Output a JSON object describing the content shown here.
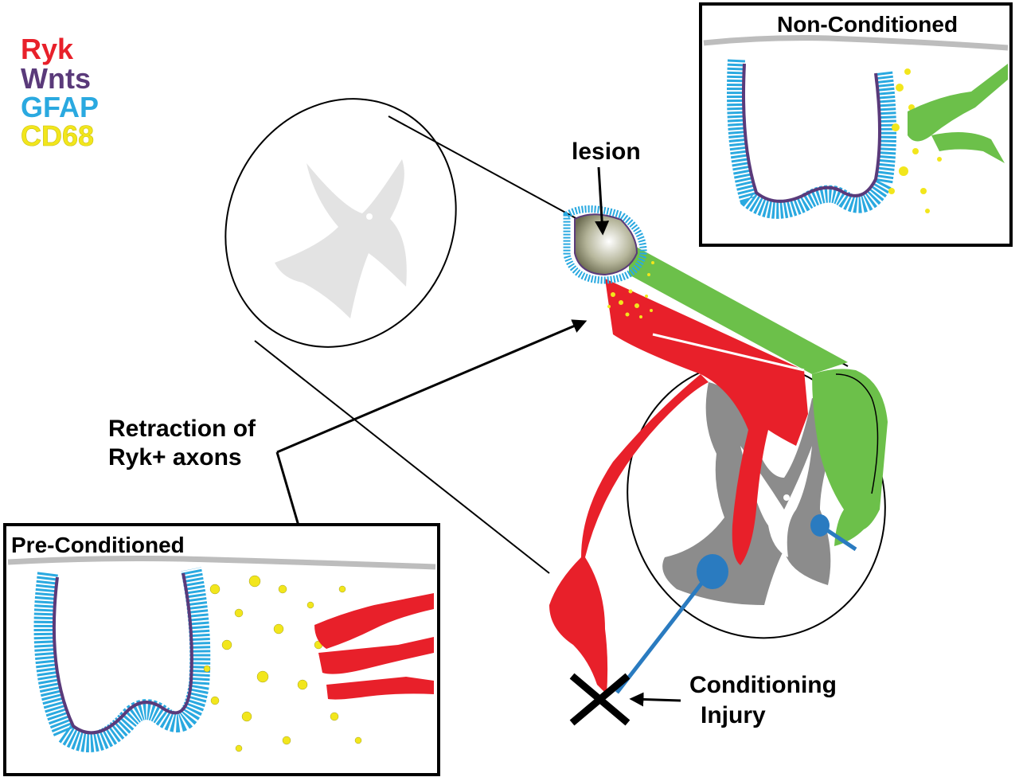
{
  "legend": {
    "items": [
      {
        "label": "Ryk",
        "color": "#e8202a"
      },
      {
        "label": "Wnts",
        "color": "#5a3a7a"
      },
      {
        "label": "GFAP",
        "color": "#2aa9e0"
      },
      {
        "label": "CD68",
        "color": "#f2e61c"
      }
    ]
  },
  "labels": {
    "lesion": "lesion",
    "retraction_line1": "Retraction of",
    "retraction_line2": "Ryk+ axons",
    "conditioning_line1": "Conditioning",
    "conditioning_line2": "Injury"
  },
  "insets": {
    "non_conditioned": "Non-Conditioned",
    "pre_conditioned": "Pre-Conditioned"
  },
  "colors": {
    "ryk": "#e8202a",
    "wnts": "#5a3a7a",
    "gfap": "#2aa9e0",
    "cd68": "#f2e61c",
    "green_axon": "#6cc04a",
    "grey_matter": "#8c8c8c",
    "grey_matter_light": "#e3e3e3",
    "nerve_blue": "#2a7bc0"
  },
  "icons": [
    "cross-mark-icon",
    "arrow-icon"
  ]
}
